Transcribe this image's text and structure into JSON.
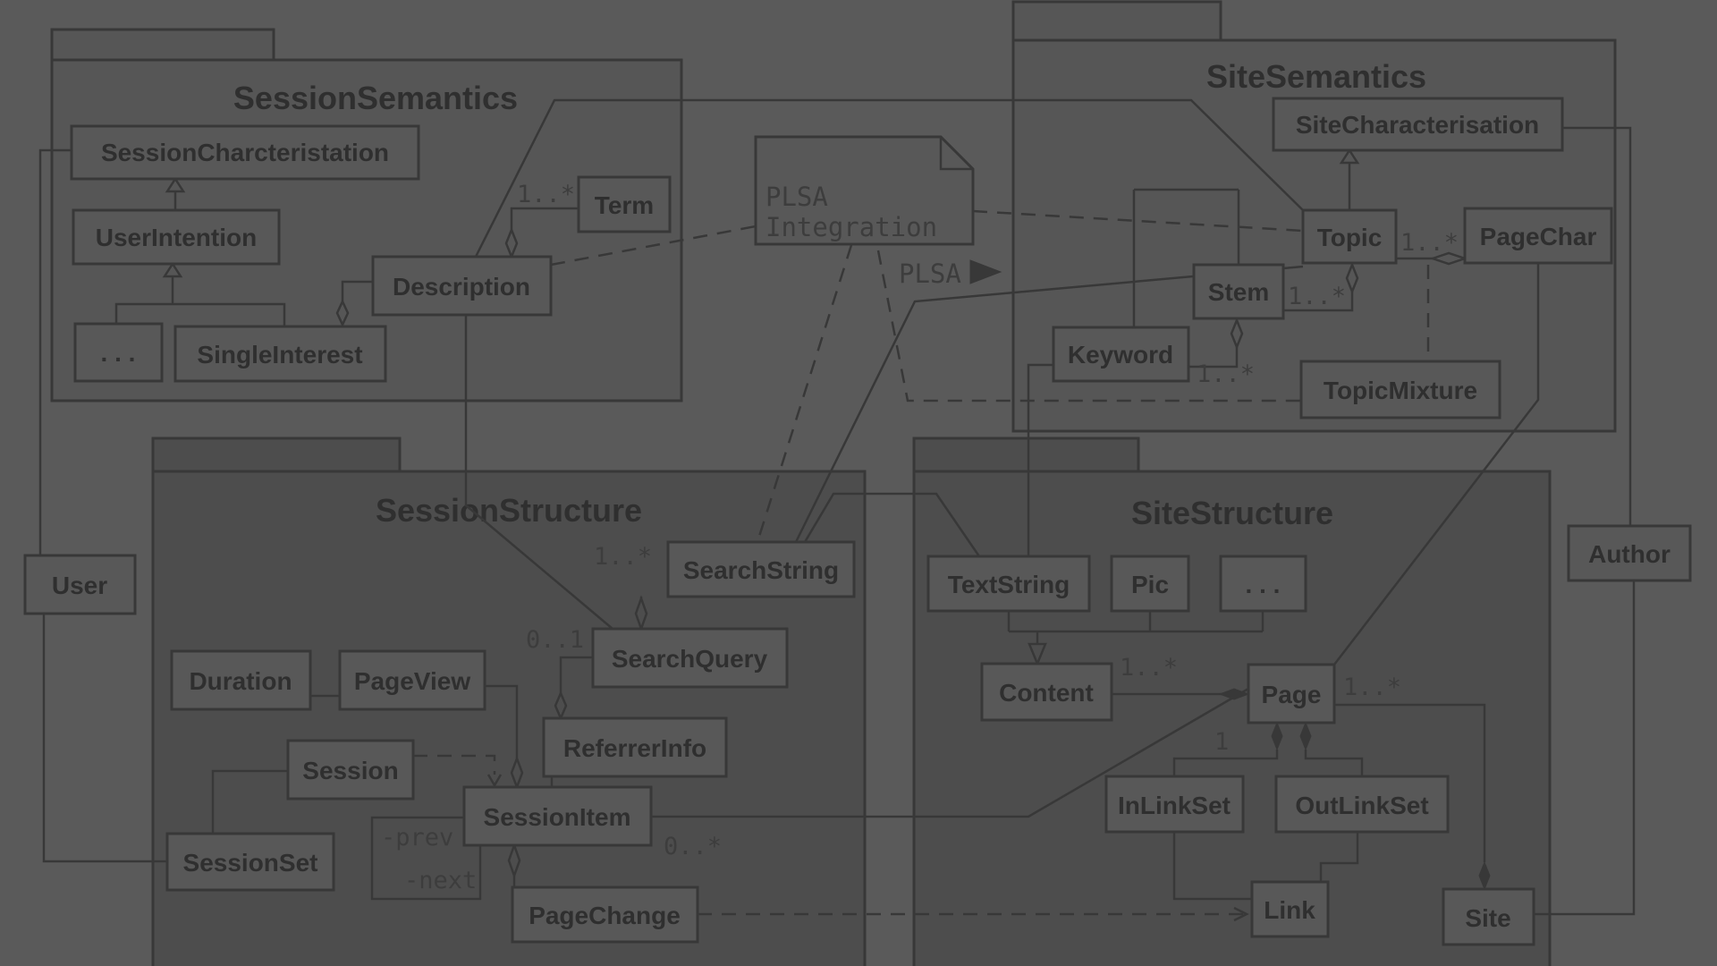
{
  "packages": {
    "session_semantics": "SessionSemantics",
    "site_semantics": "SiteSemantics",
    "session_structure": "SessionStructure",
    "site_structure": "SiteStructure"
  },
  "classes": {
    "session_charcteristation": "SessionCharcteristation",
    "user_intention": "UserIntention",
    "ellipsis_interest": ". . .",
    "single_interest": "SingleInterest",
    "description": "Description",
    "term": "Term",
    "site_characterisation": "SiteCharacterisation",
    "topic": "Topic",
    "page_char": "PageChar",
    "stem": "Stem",
    "keyword": "Keyword",
    "topic_mixture": "TopicMixture",
    "search_string": "SearchString",
    "search_query": "SearchQuery",
    "referrer_info": "ReferrerInfo",
    "duration": "Duration",
    "page_view": "PageView",
    "session": "Session",
    "session_set": "SessionSet",
    "session_item": "SessionItem",
    "page_change": "PageChange",
    "user": "User",
    "text_string": "TextString",
    "pic": "Pic",
    "ellipsis_content": ". . .",
    "content": "Content",
    "page": "Page",
    "in_link_set": "InLinkSet",
    "out_link_set": "OutLinkSet",
    "link": "Link",
    "site": "Site",
    "author": "Author"
  },
  "note": {
    "line1": "PLSA",
    "line2": "Integration"
  },
  "labels": {
    "plsa_arrow": "PLSA",
    "prev": "-prev",
    "next": "-next"
  },
  "multiplicities": {
    "description_term": "1..*",
    "topic_pagechar": "1..*",
    "stem_topic": "1..*",
    "keyword_stem": "1..*",
    "searchstring": "1..*",
    "searchquery": "0..1",
    "sessionitem_page": "0..*",
    "content_page": "1..*",
    "page_one": "1",
    "page_site": "1..*"
  },
  "colors": {
    "background": "#5a5a5a",
    "semantic_package_fill": "#565656",
    "structure_package_fill": "#4d4d4d",
    "class_fill": "#585858",
    "line": "#383838",
    "class_text": "#2f2f2f",
    "label_text": "#3d3d3d"
  }
}
